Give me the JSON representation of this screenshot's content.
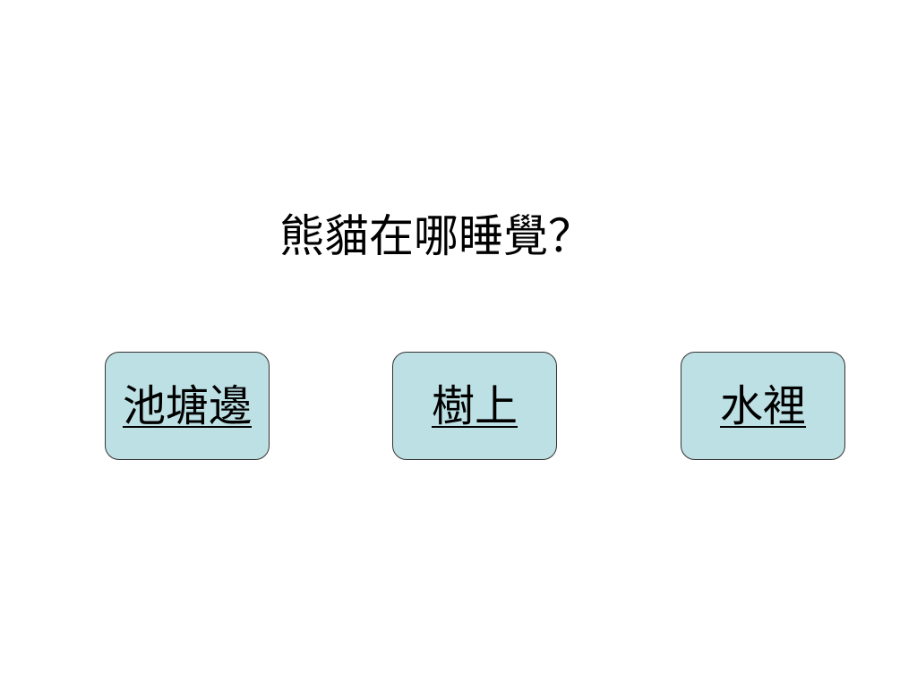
{
  "slide": {
    "question": "熊貓在哪睡覺？",
    "options": [
      {
        "label": "池塘邊"
      },
      {
        "label": "樹上"
      },
      {
        "label": "水裡"
      }
    ]
  },
  "colors": {
    "background": "#ffffff",
    "option_fill": "#bde0e4",
    "option_border": "#333333",
    "text": "#000000"
  }
}
